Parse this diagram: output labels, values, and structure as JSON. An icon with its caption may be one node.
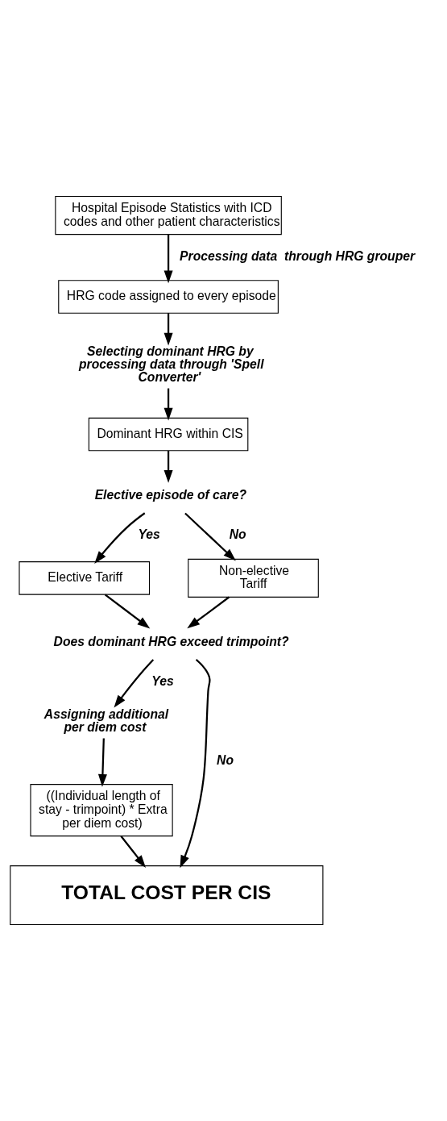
{
  "diagram": {
    "nodes": [
      {
        "text": [
          "Hospital Episode Statistics with ICD codes and other patient characteristics"
        ]
      },
      {
        "text": [
          "HRG code assigned to every episode"
        ]
      },
      {
        "text": [
          "Selecting dominant HRG by processing data through 'Spell Converter'"
        ]
      },
      {
        "text": [
          "Dominant HRG within CIS"
        ]
      },
      {
        "text": [
          "Elective episode of care?"
        ]
      },
      {
        "text": [
          "Elective Tariff"
        ]
      },
      {
        "text": [
          "Non-elective Tariff"
        ]
      },
      {
        "text": [
          "Does dominant HRG exceed trimpoint?"
        ]
      },
      {
        "text": [
          "Assigning additional per diem cost"
        ]
      },
      {
        "text": [
          "((Individual length of stay - trimpoint) * Extra per diem cost)"
        ]
      },
      {
        "text": [
          "TOTAL COST PER CIS"
        ]
      }
    ],
    "edges": [
      {
        "from": 0,
        "to": 1,
        "arrow": "to",
        "label": "Processing data  through HRG grouper"
      },
      {
        "from": 1,
        "to": 2,
        "arrow": "to"
      },
      {
        "from": 2,
        "to": 3,
        "arrow": "to"
      },
      {
        "from": 3,
        "to": 4,
        "arrow": "to"
      },
      {
        "from": 4,
        "to": 5,
        "arrow": "to",
        "label": "Yes"
      },
      {
        "from": 4,
        "to": 6,
        "arrow": "to",
        "label": "No"
      },
      {
        "from": 5,
        "to": 7,
        "arrow": "to"
      },
      {
        "from": 6,
        "to": 7,
        "arrow": "to"
      },
      {
        "from": 7,
        "to": 8,
        "arrow": "to",
        "label": "Yes"
      },
      {
        "from": 7,
        "to": 10,
        "arrow": "to",
        "label": "No"
      },
      {
        "from": 8,
        "to": 9,
        "arrow": "to"
      },
      {
        "from": 9,
        "to": 10,
        "arrow": "to"
      }
    ]
  }
}
